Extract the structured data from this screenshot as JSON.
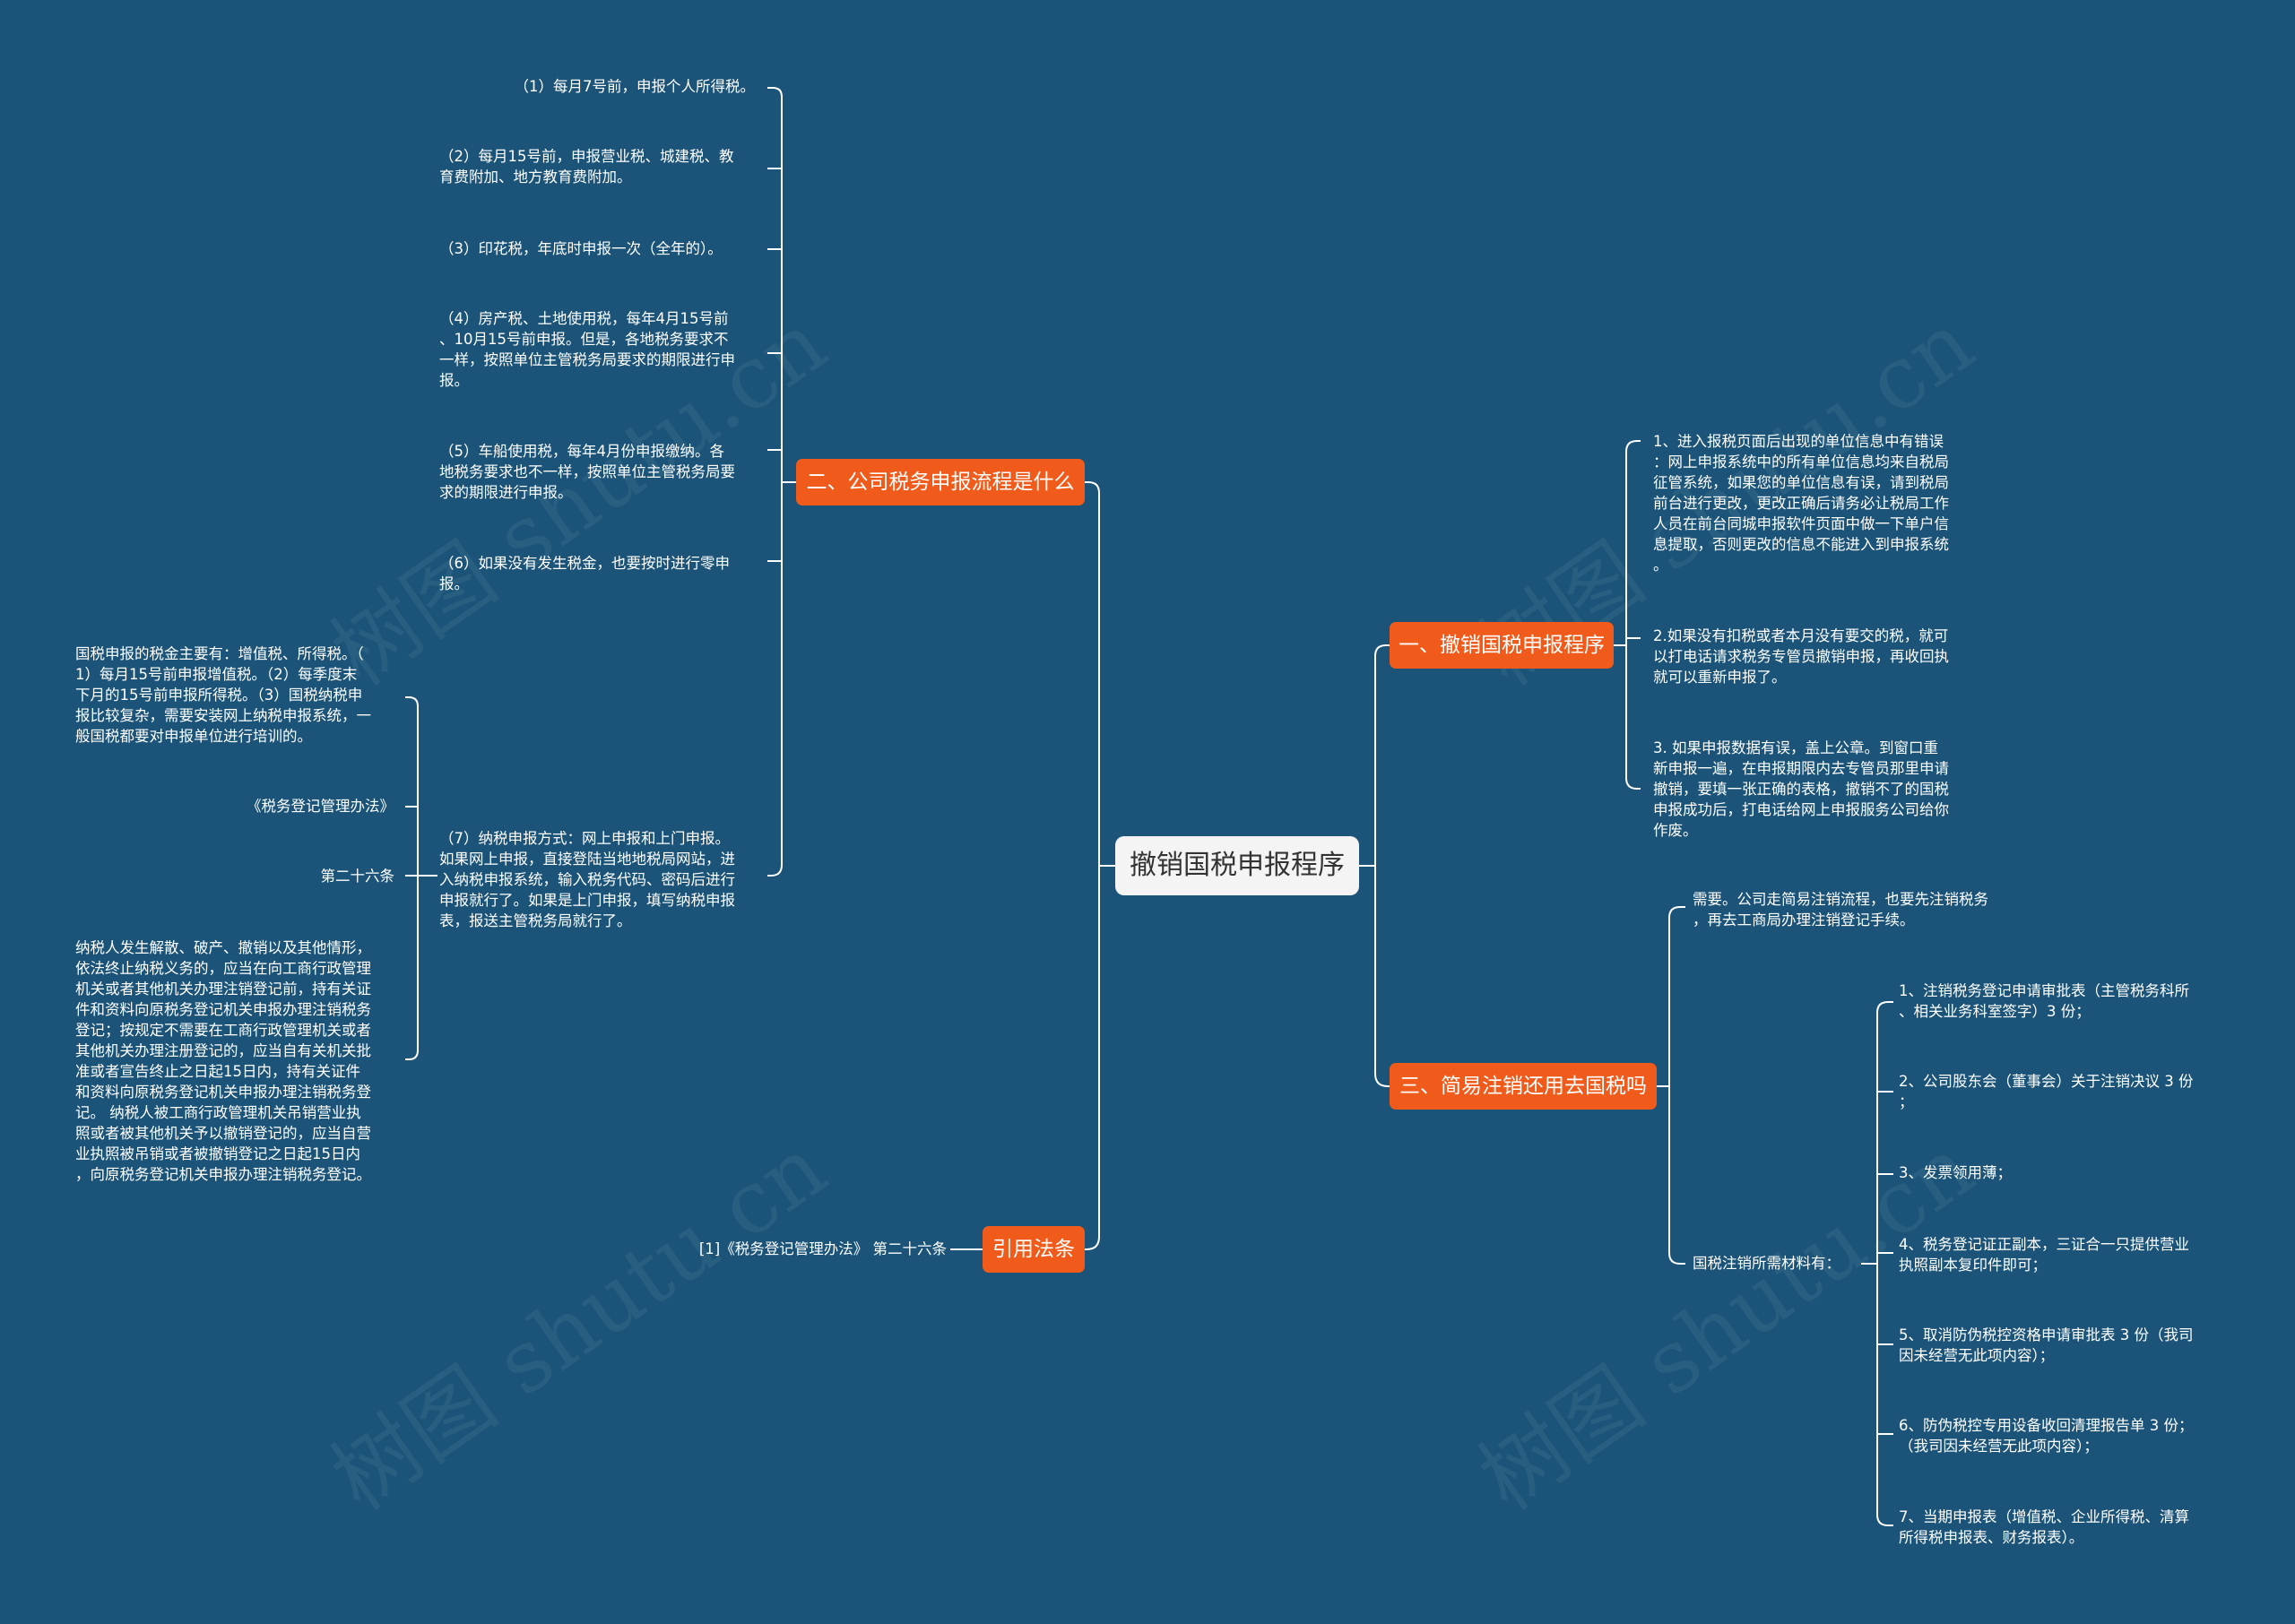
{
  "watermark": "树图 shutu.cn",
  "center": "撤销国税申报程序",
  "branches": {
    "b1": "一、撤销国税申报程序",
    "b2": "二、公司税务申报流程是什么",
    "b3": "三、简易注销还用去国税吗",
    "b4": "引用法条"
  },
  "b1_items": [
    "1、进入报税页面后出现的单位信息中有错误\n：网上申报系统中的所有单位信息均来自税局\n征管系统，如果您的单位信息有误，请到税局\n前台进行更改，更改正确后请务必让税局工作\n人员在前台同城申报软件页面中做一下单户信\n息提取，否则更改的信息不能进入到申报系统\n。",
    "2.如果没有扣税或者本月没有要交的税，就可\n以打电话请求税务专管员撤销申报，再收回执\n就可以重新申报了。",
    "3. 如果申报数据有误，盖上公章。到窗口重\n新申报一遍，在申报期限内去专管员那里申请\n撤销，要填一张正确的表格，撤销不了的国税\n申报成功后，打电话给网上申报服务公司给你\n作废。"
  ],
  "b2_items": [
    "（1）每月7号前，申报个人所得税。",
    "（2）每月15号前，申报营业税、城建税、教\n育费附加、地方教育费附加。",
    "（3）印花税，年底时申报一次（全年的）。",
    "（4）房产税、土地使用税，每年4月15号前\n、10月15号前申报。但是，各地税务要求不\n一样，按照单位主管税务局要求的期限进行申\n报。",
    "（5）车船使用税，每年4月份申报缴纳。各\n地税务要求也不一样，按照单位主管税务局要\n求的期限进行申报。",
    "（6）如果没有发生税金，也要按时进行零申\n报。",
    "（7）纳税申报方式：网上申报和上门申报。\n如果网上申报，直接登陆当地地税局网站，进\n入纳税申报系统，输入税务代码、密码后进行\n申报就行了。如果是上门申报，填写纳税申报\n表，报送主管税务局就行了。"
  ],
  "b2_sub": [
    "国税申报的税金主要有：增值税、所得税。（\n1）每月15号前申报增值税。（2）每季度末\n下月的15号前申报所得税。（3）国税纳税申\n报比较复杂，需要安装网上纳税申报系统，一\n般国税都要对申报单位进行培训的。",
    "《税务登记管理办法》",
    "第二十六条",
    "纳税人发生解散、破产、撤销以及其他情形，\n依法终止纳税义务的，应当在向工商行政管理\n机关或者其他机关办理注销登记前，持有关证\n件和资料向原税务登记机关申报办理注销税务\n登记；按规定不需要在工商行政管理机关或者\n其他机关办理注册登记的，应当自有关机关批\n准或者宣告终止之日起15日内，持有关证件\n和资料向原税务登记机关申报办理注销税务登\n记。 纳税人被工商行政管理机关吊销营业执\n照或者被其他机关予以撤销登记的，应当自营\n业执照被吊销或者被撤销登记之日起15日内\n，向原税务登记机关申报办理注销税务登记。"
  ],
  "b3_items": [
    "需要。公司走简易注销流程，也要先注销税务\n，再去工商局办理注销登记手续。",
    "国税注销所需材料有："
  ],
  "b3_sub": [
    "1、注销税务登记申请审批表（主管税务科所\n、相关业务科室签字）3 份；",
    "2、公司股东会（董事会）关于注销决议 3 份\n；",
    "3、发票领用薄；",
    "4、税务登记证正副本，三证合一只提供营业\n执照副本复印件即可；",
    "5、取消防伪税控资格申请审批表 3 份（我司\n因未经营无此项内容）；",
    "6、防伪税控专用设备收回清理报告单 3 份；\n（我司因未经营无此项内容）；",
    "7、当期申报表（增值税、企业所得税、清算\n所得税申报表、财务报表）。"
  ],
  "b4_items": [
    "[1]《税务登记管理办法》 第二十六条"
  ]
}
